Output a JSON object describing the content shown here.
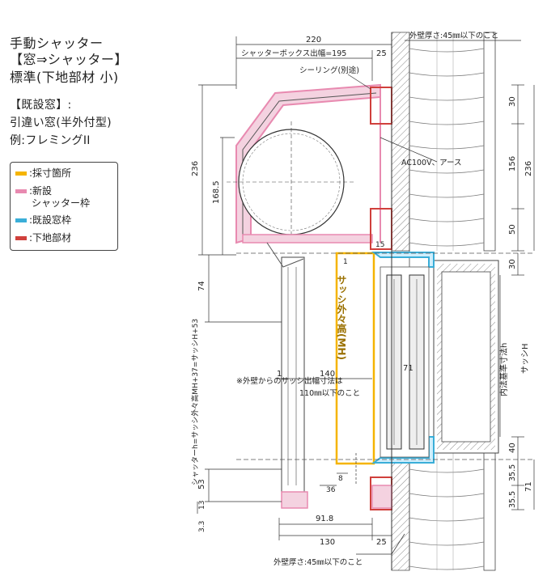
{
  "heading": {
    "line1": "手動シャッター",
    "line2": "【窓⇒シャッター】",
    "line3": "標準(下地部材 小)",
    "line4": "【既設窓】:",
    "line5": "引違い窓(半外付型)",
    "line6": "例:フレミングII"
  },
  "legend": {
    "items": [
      {
        "label": ":採寸箇所",
        "color": "#f5b400"
      },
      {
        "label": ":新設",
        "label2": "シャッター枠",
        "color": "#e88ab0"
      },
      {
        "label": ":既設窓枠",
        "color": "#3aaed8"
      },
      {
        "label": ":下地部材",
        "color": "#d0403c"
      }
    ]
  },
  "dimensions": {
    "d220": "220",
    "d25_top": "25",
    "box_width": "シャッターボックス出幅=195",
    "d236_left": "236",
    "d168_5": "168.5",
    "d74": "74",
    "d15": "15",
    "d1_top": "1",
    "d1_mid": "1",
    "d140": "140",
    "d71_mid": "71",
    "d53": "53",
    "d36": "36",
    "d8": "8",
    "d91_8": "91.8",
    "d130": "130",
    "d25_bottom": "25",
    "d3_3": "3.3",
    "d13": "13",
    "r30_top": "30",
    "r156": "156",
    "r50": "50",
    "r236": "236",
    "r30_mid": "30",
    "r40": "40",
    "r35_5_a": "35.5",
    "r35_5_b": "35.5",
    "r71": "71"
  },
  "notes": {
    "wall_top": "外壁厚さ:45㎜以下のこと",
    "wall_bottom": "外壁厚さ:45㎜以下のこと",
    "sealing": "シーリング(別途)",
    "power": "AC100V、アース",
    "sash_note1": "※外壁からのサッシ出幅寸法は",
    "sash_note2": "110㎜以下のこと",
    "sash_height": "サッシ外々高(MH)",
    "shutter_h": "シャッターh=サッシ外々高MH+37=サッシH+53",
    "inner_h": "内法基準寸法h",
    "sash_H": "サッシH"
  },
  "colors": {
    "measure": "#f5b400",
    "new_frame": "#e88ab0",
    "existing": "#3aaed8",
    "base": "#d0403c",
    "line": "#333333"
  }
}
